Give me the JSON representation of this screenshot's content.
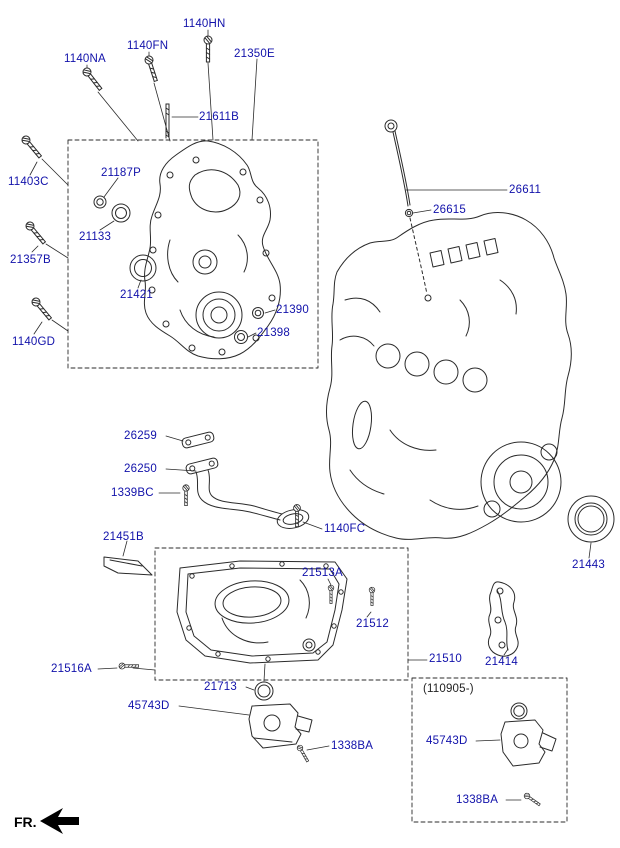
{
  "colors": {
    "label": "#1111aa",
    "line": "#2b2b2b",
    "background": "#ffffff",
    "note": "#222222"
  },
  "labels": [
    {
      "text": "1140HN"
    },
    {
      "text": "1140FN"
    },
    {
      "text": "1140NA"
    },
    {
      "text": "21350E"
    },
    {
      "text": "21611B"
    },
    {
      "text": "11403C"
    },
    {
      "text": "21187P"
    },
    {
      "text": "21133"
    },
    {
      "text": "21357B"
    },
    {
      "text": "21421"
    },
    {
      "text": "21390"
    },
    {
      "text": "21398"
    },
    {
      "text": "1140GD"
    },
    {
      "text": "26611"
    },
    {
      "text": "26615"
    },
    {
      "text": "26259"
    },
    {
      "text": "26250"
    },
    {
      "text": "1339BC"
    },
    {
      "text": "1140FC"
    },
    {
      "text": "21451B"
    },
    {
      "text": "21513A"
    },
    {
      "text": "21512"
    },
    {
      "text": "21443"
    },
    {
      "text": "21510"
    },
    {
      "text": "21414"
    },
    {
      "text": "21516A"
    },
    {
      "text": "21713"
    },
    {
      "text": "45743D"
    },
    {
      "text": "1338BA"
    },
    {
      "text": "(110905-)"
    },
    {
      "text": "45743D"
    },
    {
      "text": "1338BA"
    }
  ],
  "footer": {
    "fr_label": "FR."
  },
  "icons": {
    "fr_arrow": "left-arrow"
  }
}
